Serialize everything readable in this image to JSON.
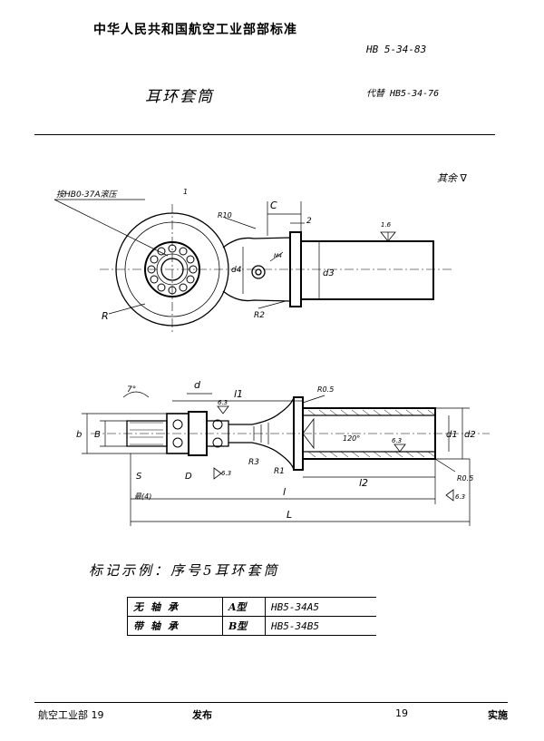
{
  "header": {
    "org_standard": "中华人民共和国航空工业部部标准",
    "std_number": "HB 5-34-83",
    "title": "耳环套筒",
    "replaces": "代替 HB5-34-76"
  },
  "drawing": {
    "surface_note": "其余",
    "callout_note": "按HB0-37A滚压",
    "callout_num": "1",
    "labels": {
      "C": "C",
      "two": "2",
      "R10": "R10",
      "r16": "1.6",
      "d4": "d4",
      "M4": "M4",
      "d3": "d3",
      "R": "R",
      "R2": "R2",
      "Ra5": "R0.5",
      "d": "d",
      "l1": "l1",
      "seven": "7°",
      "r63a": "6.3",
      "b": "b",
      "B": "B",
      "ang120": "120°",
      "r63b": "6.3",
      "d1": "d1",
      "d2": "d2",
      "R3": "R3",
      "R1": "R1",
      "S": "S",
      "D": "D",
      "r63c": "6.3",
      "bottom_note": "最(4)",
      "l2": "l2",
      "Ra5b": "R0.5",
      "l": "l",
      "L": "L",
      "r63d": "6.3"
    }
  },
  "example": "标记示例：序号5耳环套筒",
  "type_table": [
    {
      "desc": "无轴承",
      "type": "A型",
      "mark": "HB5-34A5"
    },
    {
      "desc": "带轴承",
      "type": "B型",
      "mark": "HB5-34B5"
    }
  ],
  "footer": {
    "org": "航空工业部 19",
    "issue": "发布",
    "page": "19",
    "implement": "实施"
  }
}
